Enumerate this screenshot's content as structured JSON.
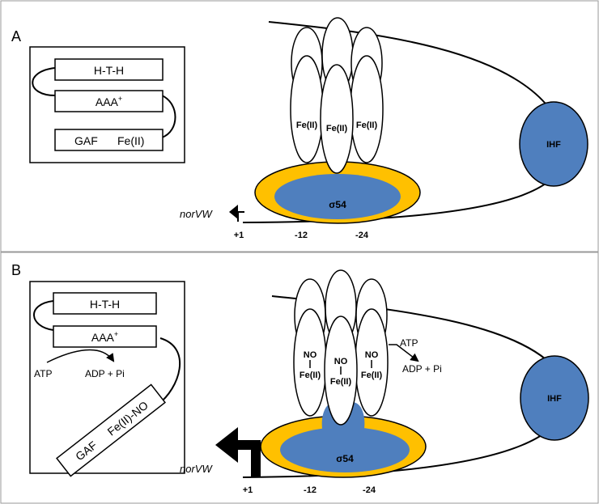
{
  "panelA": {
    "letter": "A",
    "domains": [
      "H-T-H",
      "AAA",
      "GAF",
      "Fe(II)"
    ],
    "aaa_sup": "+",
    "subunit_label": "Fe(II)",
    "sigma": "σ54",
    "ihf": "IHF",
    "gene": "norVW",
    "positions": [
      "+1",
      "-12",
      "-24"
    ]
  },
  "panelB": {
    "letter": "B",
    "domains": [
      "H-T-H",
      "AAA"
    ],
    "aaa_sup": "+",
    "gaf_box": [
      "GAF",
      "Fe(II)-NO"
    ],
    "atp": "ATP",
    "adp": "ADP + Pi",
    "no": "NO",
    "fe": "Fe(II)",
    "sigma": "σ54",
    "ihf": "IHF",
    "gene": "norVW",
    "positions": [
      "+1",
      "-12",
      "-24"
    ]
  },
  "colors": {
    "sigma": "#4f7fbe",
    "holoenzyme": "#ffc000",
    "frame": "#9a9a9a"
  }
}
